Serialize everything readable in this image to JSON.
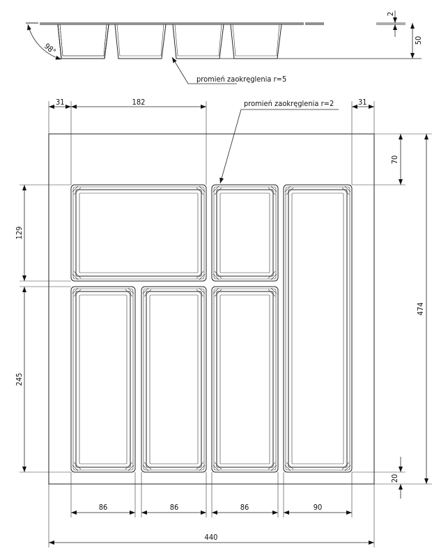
{
  "side_view": {
    "angle_label": "98°",
    "thickness_label": "2",
    "height_label": "50",
    "radius_note": "promień zaokręglenia r=5"
  },
  "top_view": {
    "radius_note": "promień zaokręglenia r=2",
    "dims": {
      "left_margin": "31",
      "big_width": "182",
      "right_margin": "31",
      "top_offset": "70",
      "total_depth": "474",
      "bottom_offset": "20",
      "upper_height": "129",
      "lower_height": "245",
      "col1": "86",
      "col2": "86",
      "col3": "86",
      "col4": "90",
      "total_width": "440"
    }
  }
}
